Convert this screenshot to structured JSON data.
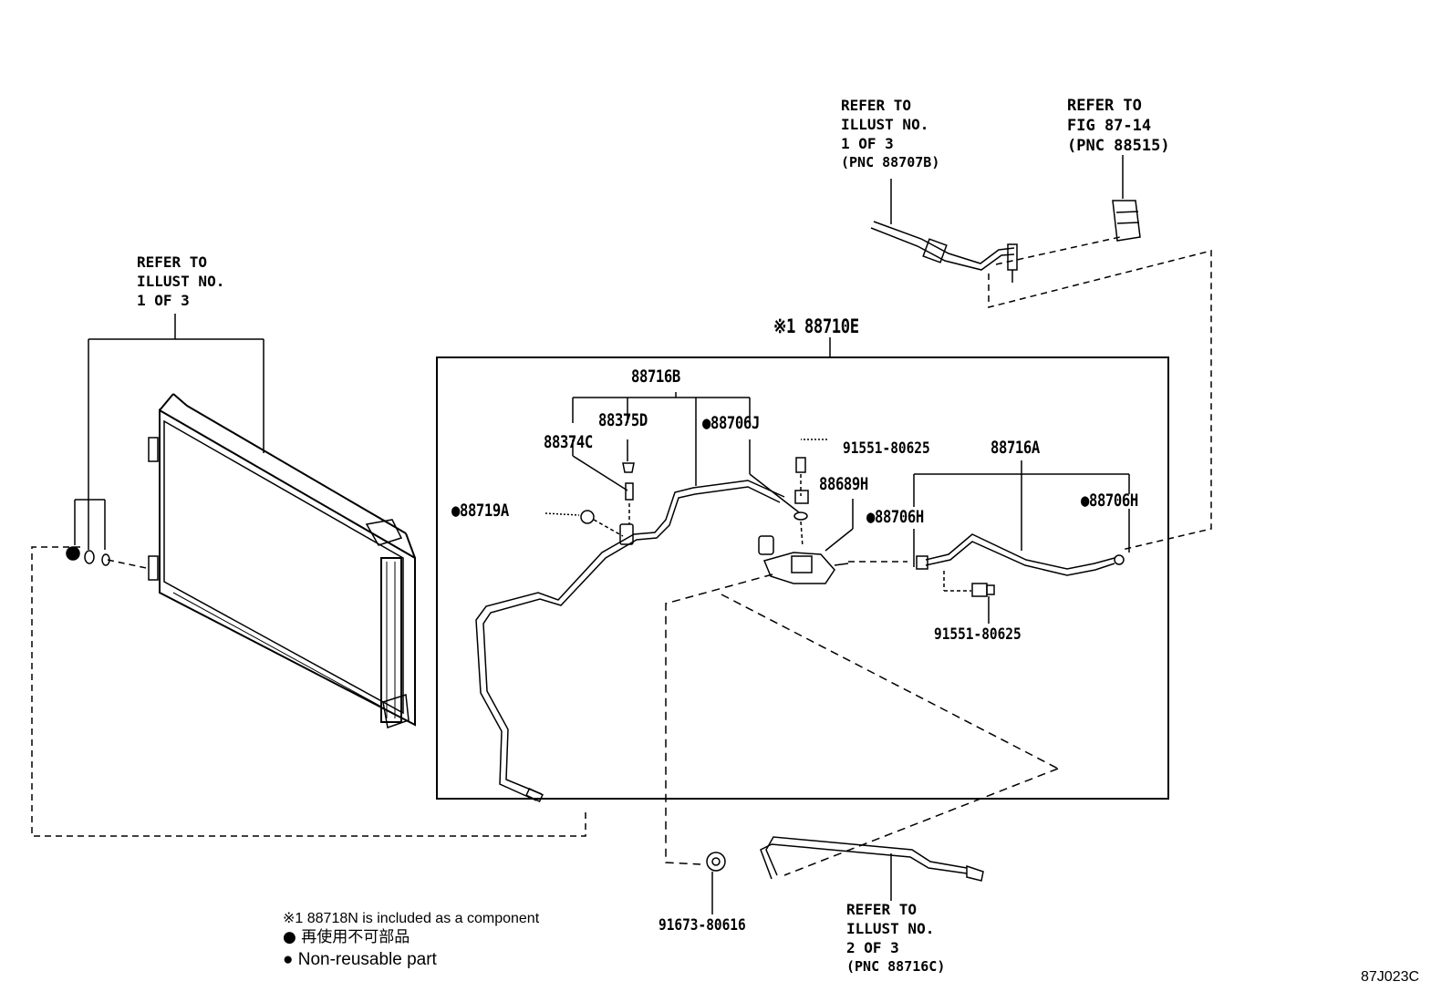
{
  "refs": {
    "top_center": [
      "REFER TO",
      "ILLUST NO.",
      "1 OF 3",
      "(PNC 88707B)"
    ],
    "top_right": [
      "REFER TO",
      "FIG 87-14",
      "(PNC 88515)"
    ],
    "left": [
      "REFER TO",
      "ILLUST NO.",
      "1 OF 3"
    ],
    "bottom": [
      "REFER TO",
      "ILLUST NO.",
      "2 OF 3",
      "(PNC 88716C)"
    ]
  },
  "parts": {
    "assembly": "※1 88710E",
    "p88716B": "88716B",
    "p88375D": "88375D",
    "p88374C": "88374C",
    "p88706J": "●88706J",
    "p91551_top": "91551-80625",
    "p88716A": "88716A",
    "p88689H": "88689H",
    "p88706H_left": "●88706H",
    "p88706H_right": "●88706H",
    "p88719A": "●88719A",
    "p91551_bottom": "91551-80625",
    "p91673": "91673-80616"
  },
  "notes": {
    "component": "※1 88718N is included as a component",
    "jp_nonreusable": "● 再使用不可部品",
    "en_nonreusable": "● Non-reusable part"
  },
  "figure_id": "87J023C"
}
